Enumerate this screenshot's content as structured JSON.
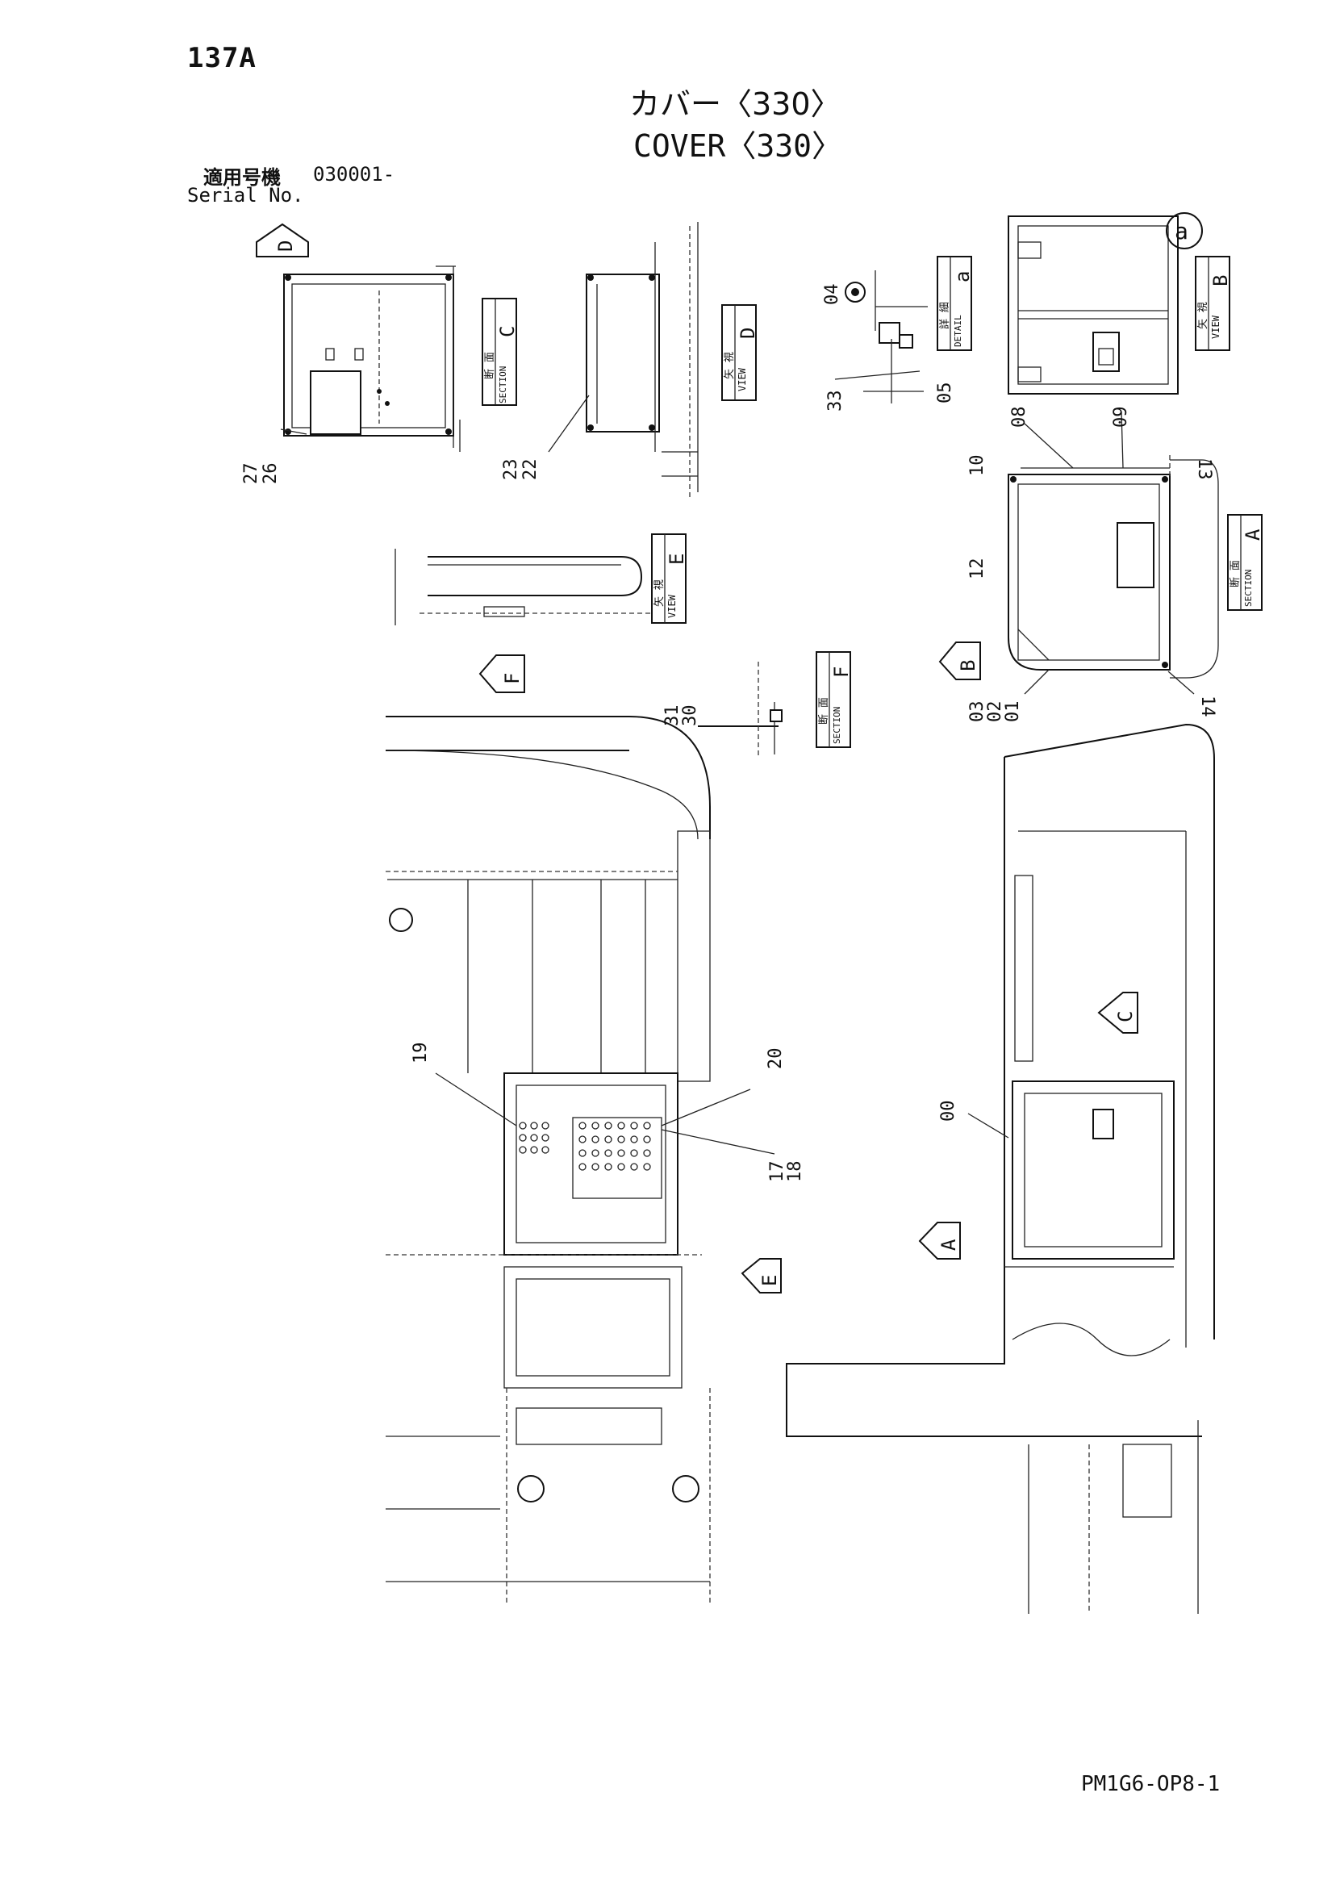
{
  "header": {
    "page_number": "137A",
    "title_jp": "カバー〈330〉",
    "title_en": "COVER〈330〉",
    "serial_label_jp": "適用号機",
    "serial_value": "030001-",
    "serial_label_en": "Serial No."
  },
  "footer": {
    "doc_code": "PM1G6-OP8-1"
  },
  "view_tags": {
    "section_c": {
      "jp": "断 面",
      "en": "SECTION",
      "letter": "C"
    },
    "view_d": {
      "jp": "矢 視",
      "en": "VIEW",
      "letter": "D"
    },
    "detail_a": {
      "jp": "詳 細",
      "en": "DETAIL",
      "letter": "a"
    },
    "view_b": {
      "jp": "矢 視",
      "en": "VIEW",
      "letter": "B"
    },
    "section_a": {
      "jp": "断 面",
      "en": "SECTION",
      "letter": "A"
    },
    "view_e": {
      "jp": "矢 視",
      "en": "VIEW",
      "letter": "E"
    },
    "section_f": {
      "jp": "断 面",
      "en": "SECTION",
      "letter": "F"
    }
  },
  "view_arrows": {
    "d": "D",
    "f": "F",
    "b": "B",
    "c": "C",
    "a": "A",
    "e": "E",
    "detail_circle": "a"
  },
  "part_numbers": {
    "p27": "27",
    "p26": "26",
    "p23": "23",
    "p22": "22",
    "p04": "04",
    "p05": "05",
    "p33": "33",
    "p08": "08",
    "p09": "09",
    "p10": "10",
    "p13": "13",
    "p12": "12",
    "p03": "03",
    "p02": "02",
    "p01": "01",
    "p14": "14",
    "p31": "31",
    "p30": "30",
    "p19": "19",
    "p20": "20",
    "p17": "17",
    "p18": "18",
    "p00": "00"
  }
}
